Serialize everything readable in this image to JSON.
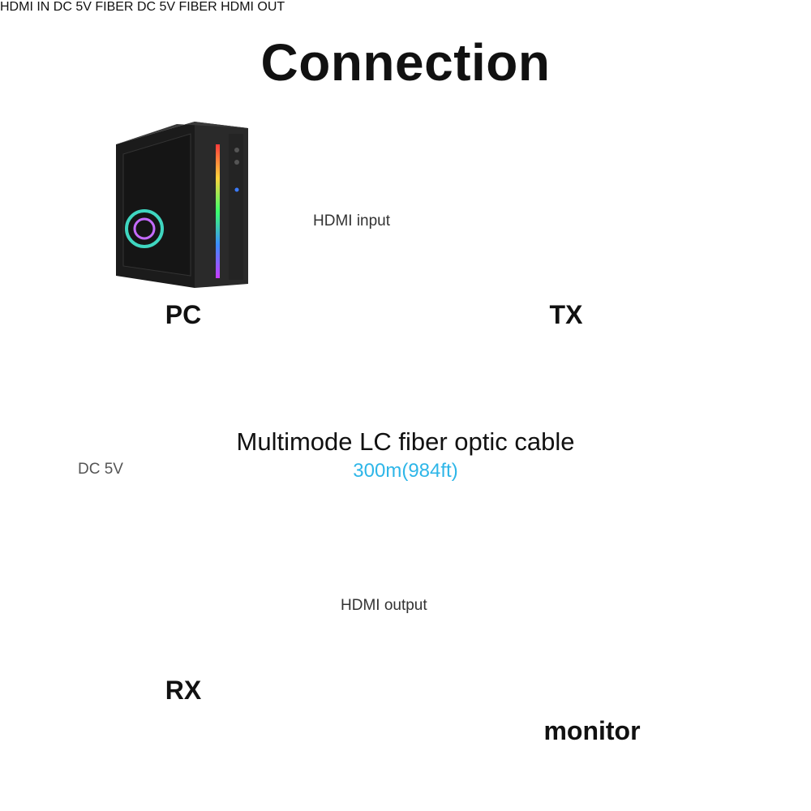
{
  "title": "Connection",
  "devices": {
    "pc": {
      "label": "PC"
    },
    "tx": {
      "label": "TX",
      "port_label": "HDMI IN",
      "side_label_1": "DC 5V",
      "side_label_2": "FIBER"
    },
    "rx": {
      "label": "RX",
      "port_label": "HDMI OUT",
      "side_label_1": "DC 5V",
      "side_label_2": "FIBER"
    },
    "monitor": {
      "label": "monitor"
    }
  },
  "links": {
    "hdmi_input": "HDMI input",
    "hdmi_output": "HDMI output",
    "fiber": "Multimode LC fiber optic cable",
    "fiber_length": "300m(984ft)",
    "power": "DC 5V"
  },
  "colors": {
    "tx_body": "#f07a1a",
    "rx_body": "#6fd13a",
    "arrow": "#2eb6e8",
    "length_text": "#2eb6e8",
    "line": "#222222",
    "gold": "#d4a52a"
  }
}
